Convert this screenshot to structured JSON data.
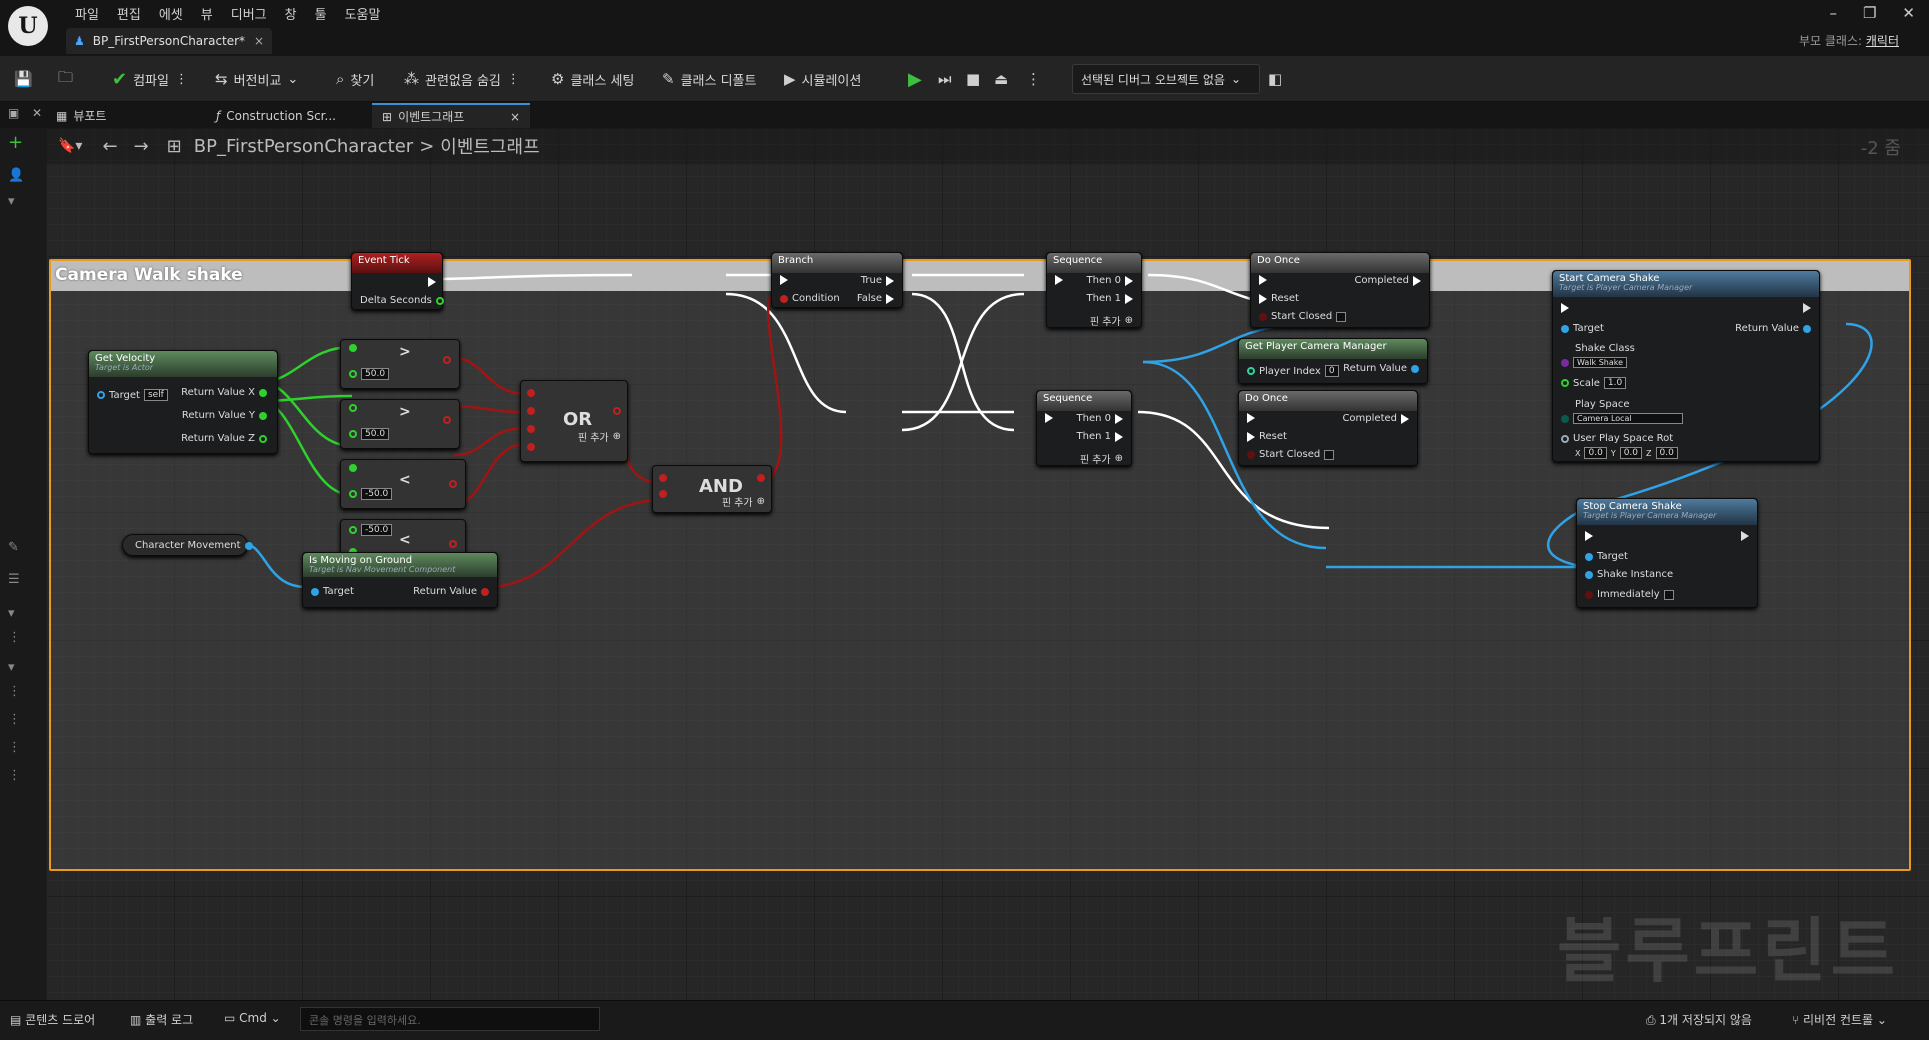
{
  "menu": [
    "파일",
    "편집",
    "에셋",
    "뷰",
    "디버그",
    "창",
    "툴",
    "도움말"
  ],
  "doc_tab": "BP_FirstPersonCharacter*",
  "window_buttons": [
    "–",
    "❐",
    "✕"
  ],
  "parent_class_label": "부모 클래스:",
  "parent_class_value": "캐릭터",
  "toolbar": {
    "compile": "컴파일",
    "diff": "버전비교",
    "find": "찾기",
    "hide_unrelated": "관련없음 숨김",
    "class_settings": "클래스 세팅",
    "class_defaults": "클래스 디폴트",
    "simulation": "시뮬레이션",
    "debug_object": "선택된 디버그 오브젝트 없음"
  },
  "panel_tabs": [
    "뷰포트",
    "Construction Scr...",
    "이벤트그래프"
  ],
  "breadcrumb": {
    "root": "BP_FirstPersonCharacter",
    "sep": ">",
    "current": "이벤트그래프"
  },
  "zoom": "-2 줌",
  "comment_title": "Camera Walk shake",
  "watermark": "블루프린트",
  "nodes": {
    "event_tick": {
      "title": "Event Tick",
      "delta": "Delta Seconds"
    },
    "get_velocity": {
      "title": "Get Velocity",
      "sub": "Target is Actor",
      "target": "Target",
      "self": "self",
      "rx": "Return Value X",
      "ry": "Return Value Y",
      "rz": "Return Value Z"
    },
    "cmp1": {
      "op": ">",
      "val": "50.0"
    },
    "cmp2": {
      "op": ">",
      "val": "50.0"
    },
    "cmp3": {
      "op": "<",
      "val": "-50.0"
    },
    "cmp4": {
      "op": "<",
      "val": "-50.0"
    },
    "or": {
      "title": "OR",
      "add": "핀 추가"
    },
    "and": {
      "title": "AND",
      "add": "핀 추가"
    },
    "char_move": "Character Movement",
    "is_moving": {
      "title": "Is Moving on Ground",
      "sub": "Target is Nav Movement Component",
      "target": "Target",
      "ret": "Return Value"
    },
    "branch": {
      "title": "Branch",
      "cond": "Condition",
      "t": "True",
      "f": "False"
    },
    "seq1": {
      "title": "Sequence",
      "t0": "Then 0",
      "t1": "Then 1",
      "add": "핀 추가"
    },
    "seq2": {
      "title": "Sequence",
      "t0": "Then 0",
      "t1": "Then 1",
      "add": "핀 추가"
    },
    "do_once1": {
      "title": "Do Once",
      "completed": "Completed",
      "reset": "Reset",
      "closed": "Start Closed"
    },
    "do_once2": {
      "title": "Do Once",
      "completed": "Completed",
      "reset": "Reset",
      "closed": "Start Closed"
    },
    "gpcm": {
      "title": "Get Player Camera Manager",
      "pi": "Player Index",
      "pi_val": "0",
      "ret": "Return Value"
    },
    "start_shake": {
      "title": "Start Camera Shake",
      "sub": "Target is Player Camera Manager",
      "target": "Target",
      "ret": "Return Value",
      "shake_class": "Shake Class",
      "shake_val": "Walk Shake",
      "scale": "Scale",
      "scale_val": "1.0",
      "space": "Play Space",
      "space_val": "Camera Local",
      "rot": "User Play Space Rot",
      "x": "0.0",
      "y": "0.0",
      "z": "0.0"
    },
    "stop_shake": {
      "title": "Stop Camera Shake",
      "sub": "Target is Player Camera Manager",
      "target": "Target",
      "instance": "Shake Instance",
      "imm": "Immediately"
    }
  },
  "status": {
    "content_drawer": "콘텐츠 드로어",
    "output_log": "출력 로그",
    "cmd": "Cmd",
    "console_ph": "콘솔 명령을 입력하세요.",
    "unsaved": "1개 저장되지 않음",
    "revision": "리비전 컨트롤"
  }
}
